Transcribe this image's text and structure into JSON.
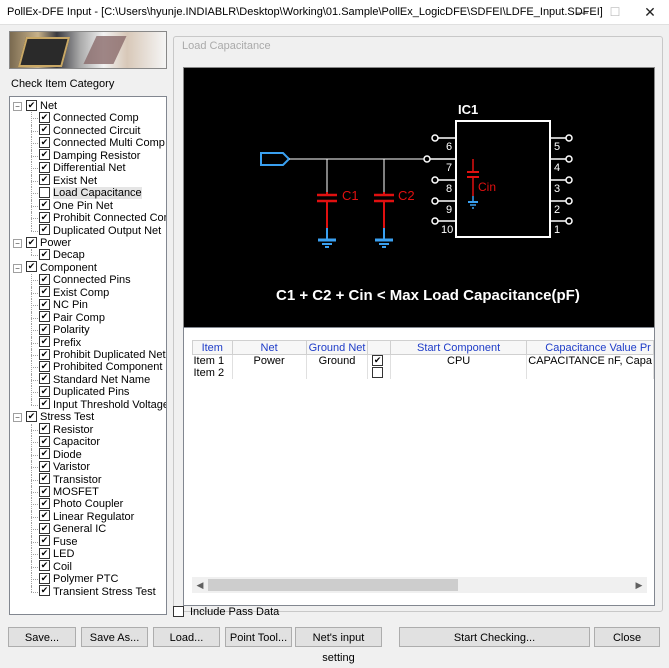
{
  "window": {
    "title": "PollEx-DFE Input - [C:\\Users\\hyunje.INDIABLR\\Desktop\\Working\\01.Sample\\PollEx_LogicDFE\\SDFEI\\LDFE_Input.SDFEI]",
    "minimize": "—",
    "maximize": "☐",
    "close": "✕"
  },
  "sidebar": {
    "category_label": "Check Item Category",
    "tree": [
      {
        "label": "Net",
        "level": 0,
        "checked": true,
        "expander": "−"
      },
      {
        "label": "Connected Comp",
        "level": 1,
        "checked": true
      },
      {
        "label": "Connected Circuit",
        "level": 1,
        "checked": true
      },
      {
        "label": "Connected Multi Comp",
        "level": 1,
        "checked": true
      },
      {
        "label": "Damping Resistor",
        "level": 1,
        "checked": true
      },
      {
        "label": "Differential Net",
        "level": 1,
        "checked": true
      },
      {
        "label": "Exist Net",
        "level": 1,
        "checked": true
      },
      {
        "label": "Load Capacitance",
        "level": 1,
        "checked": false,
        "selected": true
      },
      {
        "label": "One Pin Net",
        "level": 1,
        "checked": true
      },
      {
        "label": "Prohibit Connected Comp",
        "level": 1,
        "checked": true
      },
      {
        "label": "Duplicated Output Net",
        "level": 1,
        "checked": true
      },
      {
        "label": "Power",
        "level": 0,
        "checked": true,
        "expander": "−"
      },
      {
        "label": "Decap",
        "level": 1,
        "checked": true
      },
      {
        "label": "Component",
        "level": 0,
        "checked": true,
        "expander": "−"
      },
      {
        "label": "Connected Pins",
        "level": 1,
        "checked": true
      },
      {
        "label": "Exist Comp",
        "level": 1,
        "checked": true
      },
      {
        "label": "NC Pin",
        "level": 1,
        "checked": true
      },
      {
        "label": "Pair Comp",
        "level": 1,
        "checked": true
      },
      {
        "label": "Polarity",
        "level": 1,
        "checked": true
      },
      {
        "label": "Prefix",
        "level": 1,
        "checked": true
      },
      {
        "label": "Prohibit Duplicated Net",
        "level": 1,
        "checked": true
      },
      {
        "label": "Prohibited Component",
        "level": 1,
        "checked": true
      },
      {
        "label": "Standard Net Name",
        "level": 1,
        "checked": true
      },
      {
        "label": "Duplicated Pins",
        "level": 1,
        "checked": true
      },
      {
        "label": "Input Threshold Voltage",
        "level": 1,
        "checked": true
      },
      {
        "label": "Stress Test",
        "level": 0,
        "checked": true,
        "expander": "−"
      },
      {
        "label": "Resistor",
        "level": 1,
        "checked": true
      },
      {
        "label": "Capacitor",
        "level": 1,
        "checked": true
      },
      {
        "label": "Diode",
        "level": 1,
        "checked": true
      },
      {
        "label": "Varistor",
        "level": 1,
        "checked": true
      },
      {
        "label": "Transistor",
        "level": 1,
        "checked": true
      },
      {
        "label": "MOSFET",
        "level": 1,
        "checked": true
      },
      {
        "label": "Photo Coupler",
        "level": 1,
        "checked": true
      },
      {
        "label": "Linear Regulator",
        "level": 1,
        "checked": true
      },
      {
        "label": "General IC",
        "level": 1,
        "checked": true
      },
      {
        "label": "Fuse",
        "level": 1,
        "checked": true
      },
      {
        "label": "LED",
        "level": 1,
        "checked": true
      },
      {
        "label": "Coil",
        "level": 1,
        "checked": true
      },
      {
        "label": "Polymer PTC",
        "level": 1,
        "checked": true
      },
      {
        "label": "Transient Stress Test",
        "level": 1,
        "checked": true
      }
    ]
  },
  "panel": {
    "title": "Load Capacitance",
    "diagram": {
      "ic_label": "IC1",
      "c1_label": "C1",
      "c2_label": "C2",
      "cin_label": "Cin",
      "formula": "C1 + C2 + Cin < Max Load Capacitance(pF)",
      "pins_left": [
        "6",
        "7",
        "8",
        "9",
        "10"
      ],
      "pins_right": [
        "5",
        "4",
        "3",
        "2",
        "1"
      ],
      "colors": {
        "ic": "#ffffff",
        "cap": "#e01010",
        "ground": "#1e8ce6",
        "wire": "#ffffff",
        "net": "#3aa0f0"
      }
    },
    "grid": {
      "columns": [
        "Item",
        "Net",
        "Ground Net",
        "",
        "Start Component",
        "Capacitance Value Pr"
      ],
      "rows": [
        {
          "item": "Item 1",
          "net": "Power",
          "ground": "Ground",
          "checked": true,
          "start": "CPU",
          "cap": "CAPACITANCE nF, Capa"
        },
        {
          "item": "Item 2",
          "net": "",
          "ground": "",
          "checked": false,
          "start": "",
          "cap": ""
        }
      ],
      "scroll_left": "◀",
      "scroll_right": "▶"
    }
  },
  "include_pass_label": "Include Pass Data",
  "buttons": {
    "save": "Save...",
    "save_as": "Save As...",
    "load": "Load...",
    "point_tool": "Point Tool...",
    "nets_input": "Net's input setting",
    "start": "Start Checking...",
    "close": "Close"
  }
}
